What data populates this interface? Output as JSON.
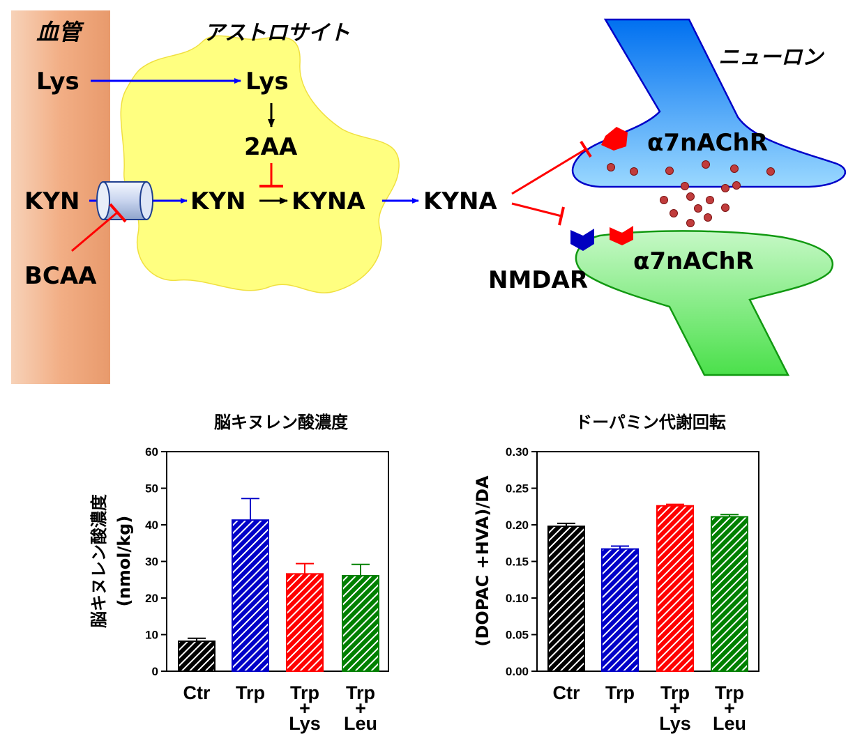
{
  "diagram": {
    "blood_vessel_label": "血管",
    "astrocyte_label": "アストロサイト",
    "neuron_label": "ニューロン",
    "lys_blood": "Lys",
    "lys_astro": "Lys",
    "aa2": "2AA",
    "kyn_blood": "KYN",
    "kyn_astro": "KYN",
    "kyna_astro": "KYNA",
    "kyna_out": "KYNA",
    "bcaa": "BCAA",
    "receptor_pre": "α7nAChR",
    "receptor_post": "α7nAChR",
    "nmdar": "NMDAR",
    "colors": {
      "vessel": "#f2b48c",
      "astrocyte": "#ffff80",
      "neuron_pre": "#3da8f0",
      "neuron_post": "#7ef07e",
      "activation_arrow": "#0000ff",
      "inhibition": "#ff0000",
      "nmdar_receptor": "#0000c0",
      "nachr_receptor": "#ff0000",
      "vesicle": "#c03c3c"
    }
  },
  "chart_data": [
    {
      "type": "bar",
      "title": "脳キヌレン酸濃度",
      "ylabel_line1": "脳キヌレン酸濃度",
      "ylabel_line2": "(nmol/kg)",
      "ylim": [
        0,
        60
      ],
      "yticks": [
        "0",
        "10",
        "20",
        "30",
        "40",
        "50",
        "60"
      ],
      "categories": [
        [
          "Ctr"
        ],
        [
          "Trp"
        ],
        [
          "Trp",
          "+",
          "Lys"
        ],
        [
          "Trp",
          "+",
          "Leu"
        ]
      ],
      "values": [
        8.2,
        41.3,
        26.6,
        26.1
      ],
      "errors": [
        0.8,
        5.9,
        2.8,
        3.1
      ],
      "colors": [
        "#000000",
        "#0000c8",
        "#ff0000",
        "#008000"
      ],
      "hatch": "diagonal"
    },
    {
      "type": "bar",
      "title": "ドーパミン代謝回転",
      "ylabel_line1": "(DOPAC  +HVA)/DA",
      "ylim": [
        0,
        0.3
      ],
      "yticks": [
        "0.00",
        "0.05",
        "0.10",
        "0.15",
        "0.20",
        "0.25",
        "0.30"
      ],
      "categories": [
        [
          "Ctr"
        ],
        [
          "Trp"
        ],
        [
          "Trp",
          "+",
          "Lys"
        ],
        [
          "Trp",
          "+",
          "Leu"
        ]
      ],
      "values": [
        0.198,
        0.167,
        0.226,
        0.211
      ],
      "errors": [
        0.004,
        0.004,
        0.002,
        0.003
      ],
      "colors": [
        "#000000",
        "#0000c8",
        "#ff0000",
        "#008000"
      ],
      "hatch": "diagonal"
    }
  ]
}
